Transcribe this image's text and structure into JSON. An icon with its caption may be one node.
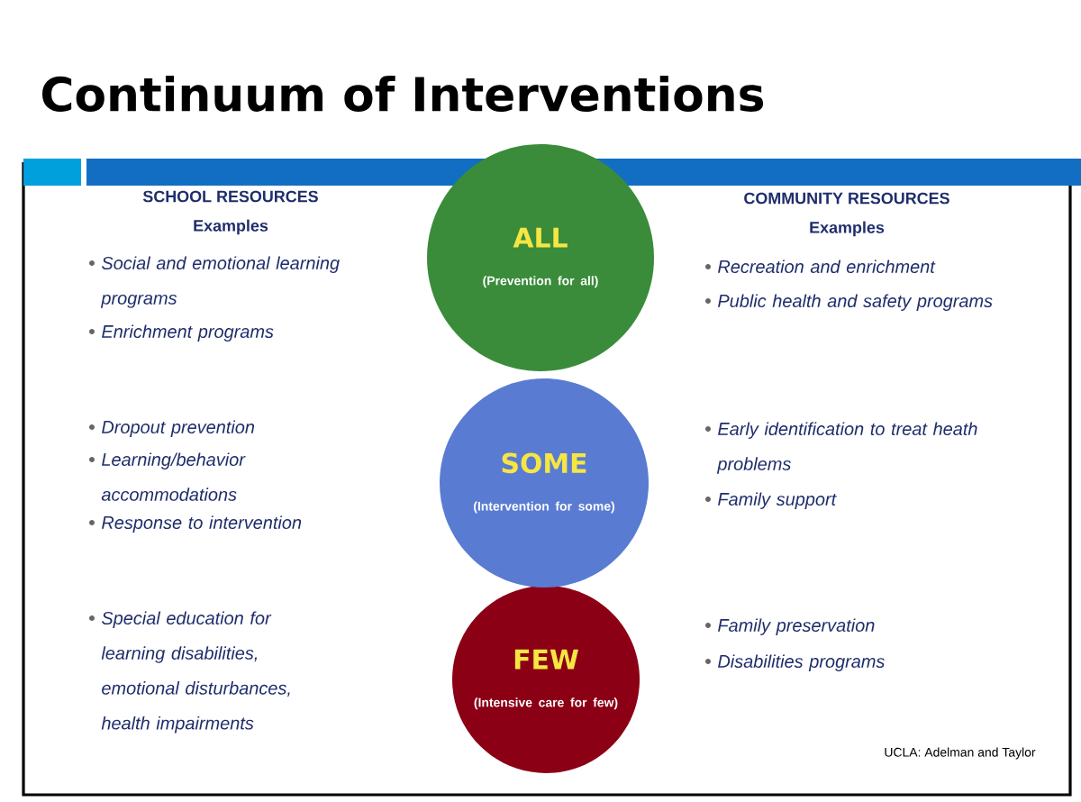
{
  "diagram": {
    "title": "Continuum of Interventions",
    "nodes": [
      {
        "text": [
          "ALL",
          "(Prevention for all)"
        ]
      },
      {
        "text": [
          "SOME",
          "(Intervention for some)"
        ]
      },
      {
        "text": [
          "FEW",
          "(Intensive care for few)"
        ]
      }
    ],
    "labels": [
      "SCHOOL RESOURCES",
      "Examples",
      "COMMUNITY RESOURCES",
      "Examples",
      "Social and emotional learning programs",
      "Enrichment programs",
      "Recreation and enrichment",
      "Public health and safety programs",
      "Dropout prevention",
      "Learning/behavior accommodations",
      "Response to intervention",
      "Early identification to treat heath problems",
      "Family support",
      "Special education for learning disabilities, emotional disturbances, health impairments",
      "Family preservation",
      "Disabilities programs",
      "UCLA:  Adelman and Taylor"
    ]
  }
}
